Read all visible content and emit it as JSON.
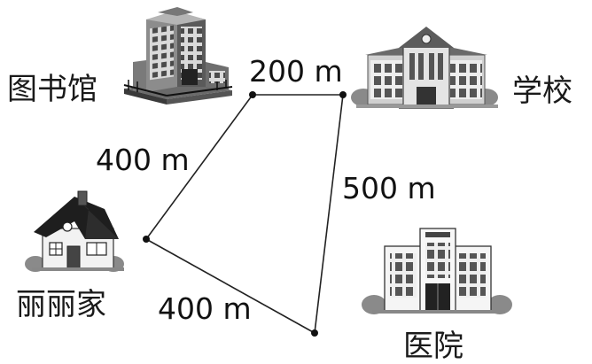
{
  "places": {
    "library": "图书馆",
    "school": "学校",
    "home": "丽丽家",
    "hospital": "医院"
  },
  "distances": {
    "library_school": "200 m",
    "library_home": "400 m",
    "school_hospital": "500 m",
    "home_hospital": "400 m"
  },
  "icons": {
    "library": "library-building-icon",
    "school": "school-building-icon",
    "home": "house-icon",
    "hospital": "hospital-building-icon"
  }
}
